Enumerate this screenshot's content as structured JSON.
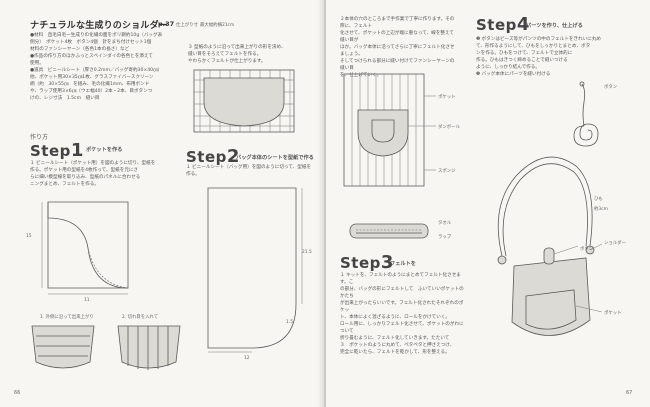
{
  "left_page": {
    "title": "ナチュラルな生成りのショルダー",
    "title_ref": "p.37",
    "size_label": "仕上がり寸",
    "size_value": "最大幅約横21cm",
    "materials": [
      "●材料　直毛白毛ー生成りの化繊の面をポリ鋼約10g（バッグ表",
      "側分）　ポケット4枚　ボタン4個　針をまち付けセット1個",
      "材料のファンシーヤーン（各色1本の長さ）など",
      "●作品の作り方のほかふっとスペインダイの各色とを添えて",
      "使用。",
      "●道具　ビニールシート（厚さ0.2mm／バッグ寄約30×40㎝）",
      "他、ポケット用30×35㎝1枚、グラスファイバースクリーン",
      "網（約　30×55㎝　を組み、毛の化繊1mm、布用ボンド",
      "や、ラップ使用3×6㎝（ウエ幅40）2本・2本、目ボタンつ",
      "けの、レジ寸法　1.5cm　縫い目"
    ],
    "section_label": "作り方",
    "step1": {
      "word": "Step",
      "num": "1",
      "title": "ポケットを作る",
      "body": [
        "１ ビニールシート（ポケット用）を図のように切り、型紙を",
        "作る。ポケット用の型紙を4枚作って、型紙を元にさ",
        "らに細い模型線を取り込み、型紙のパネルに合わせる",
        "ニングまとめ、フェルトを作る。"
      ]
    },
    "step2": {
      "word": "Step",
      "num": "2",
      "title": "バッグ本体のシートを型紙で作る",
      "body": [
        "１ ビニールシート（バッグ用）を図のように切って、型紙を",
        "作る。"
      ]
    },
    "top_note": [
      "３ 型紙のように沿って出来上がりの形を決め、",
      "縫い目をそろえてフェルトを作る。",
      "やわらかくフェルトが仕上がります。"
    ],
    "dims": [
      "15",
      "11",
      "12",
      "21.5",
      "1.5"
    ],
    "caption_a": "1. 外側に沿って出来上がり",
    "caption_b": "2. 切れ目を入れて",
    "page_number": "66"
  },
  "right_page": {
    "top_text": [
      "２本体の穴のところまで手作業で丁寧に作ります。その際に、フェルト",
      "化させて、ポケットの上辺が端に重なって、線を整えて縫い目が",
      "ほか。バッグ本体に沿ってさらに丁寧にフェルト化させましょう。",
      "そしてつけられる部分に縫い付けてファンシーヤーンの縫い目",
      "を、仕上げていく。"
    ],
    "fig_labels": [
      "ポケット",
      "ダンボール",
      "スポンジ",
      "タオル",
      "ラップ"
    ],
    "step3": {
      "word": "Step",
      "num": "3",
      "title": "フェルトを",
      "body": [
        "１ キットを、フェルトのようにまとめてフェルト化させます。こ",
        "の部分、バッグの形にフェルトして　ふいていいポケットのかたち",
        "が出来上がったらいいです。フェルト化されたそれぞれのポケッ",
        "ト、本体によく混ざるように、ロールをかけていく。",
        "ロール用に、しっかりフェルト化させて、ポケットのがわについて",
        "折り畳むように、フェルト化していきます。たたいて",
        "３　ポケットのように丸めて、ペタペタと押さえつけ、",
        "完全に乾いたら、フェルトを乾かして、形を整える。"
      ]
    },
    "step4": {
      "word": "Step",
      "num": "4",
      "title": "パーツを作り、仕上げる",
      "body": [
        "❶ ボタンはビーズ等がパンツの中のフェルトをきれいに丸め",
        "て、形作るようにして、ひもをしっかりとまとめ、ボタ",
        "ンを作る。ひもをつけて、フェルトで立体的に",
        "作る。ひもはきつく締めることで縫いつける",
        "ように、しっかり結んで作る。",
        "❷ バッグ本体にパーツを縫い付ける"
      ]
    },
    "fig_labels2": [
      "ボタン",
      "ひも",
      "約3cm",
      "ボタン",
      "ショルダー",
      "ポケット"
    ],
    "page_number": "67"
  }
}
